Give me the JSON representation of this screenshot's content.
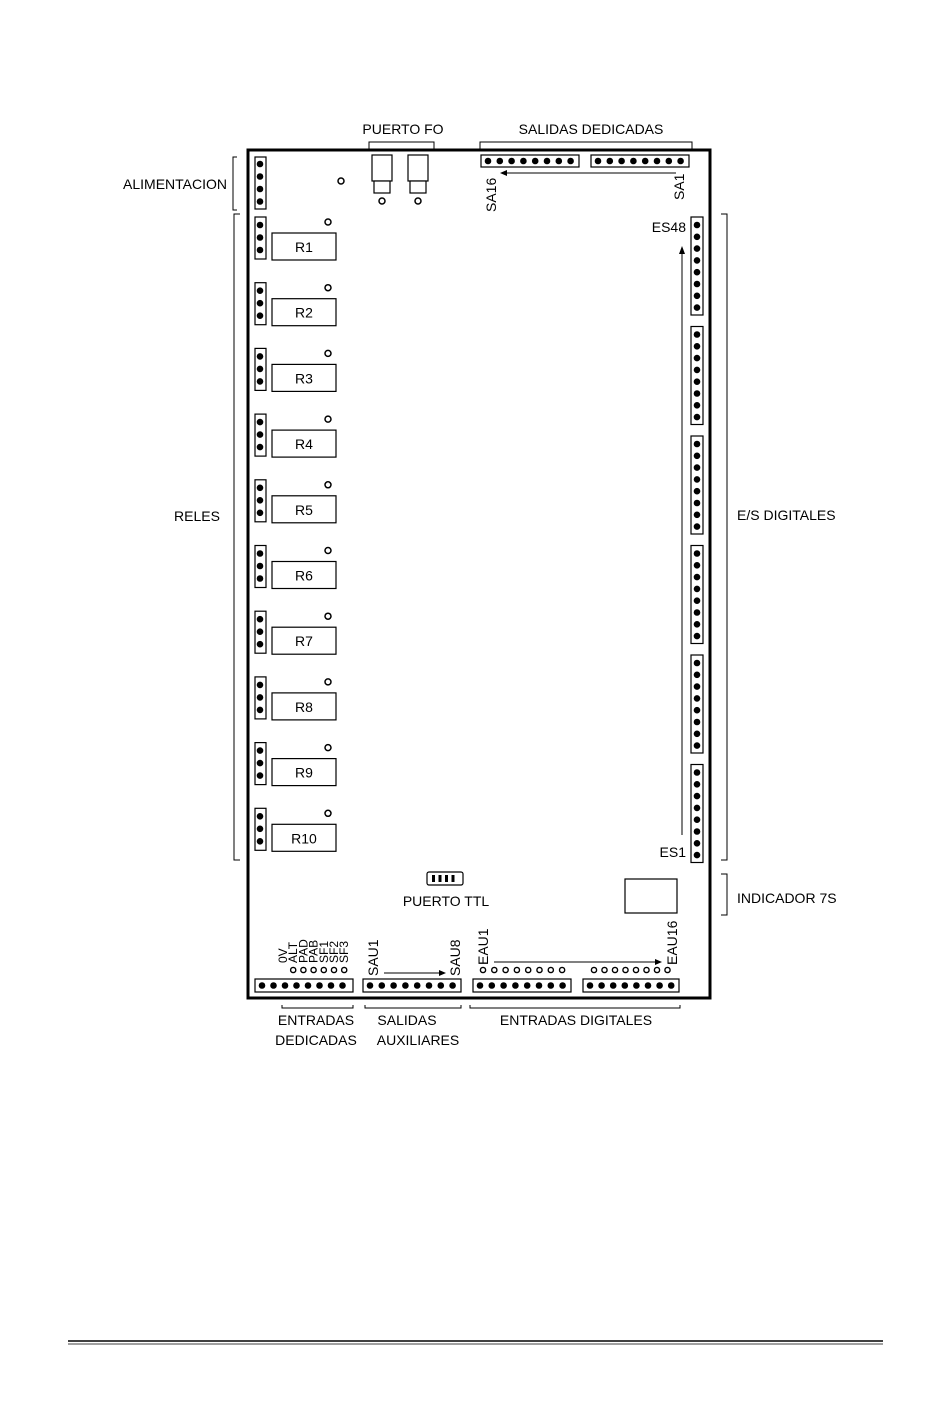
{
  "labels": {
    "puerto_fo": "PUERTO FO",
    "salidas_dedicadas": "SALIDAS DEDICADAS",
    "alimentacion": "ALIMENTACION",
    "reles": "RELES",
    "es_digitales": "E/S DIGITALES",
    "indicador_7s": "INDICADOR 7S",
    "puerto_ttl": "PUERTO TTL",
    "entradas_dedicadas_1": "ENTRADAS",
    "entradas_dedicadas_2": "DEDICADAS",
    "salidas_auxiliares_1": "SALIDAS",
    "salidas_auxiliares_2": "AUXILIARES",
    "entradas_digitales": "ENTRADAS DIGITALES",
    "sa16": "SA16",
    "sa1": "SA1",
    "es48": "ES48",
    "es1": "ES1",
    "sau1": "SAU1",
    "sau8": "SAU8",
    "eau1": "EAU1",
    "eau16": "EAU16"
  },
  "relays": [
    "R1",
    "R2",
    "R3",
    "R4",
    "R5",
    "R6",
    "R7",
    "R8",
    "R9",
    "R10"
  ],
  "dedicated_inputs": [
    "0V",
    "ALT",
    "PAD",
    "PAB",
    "SF1",
    "SF2",
    "SF3"
  ]
}
